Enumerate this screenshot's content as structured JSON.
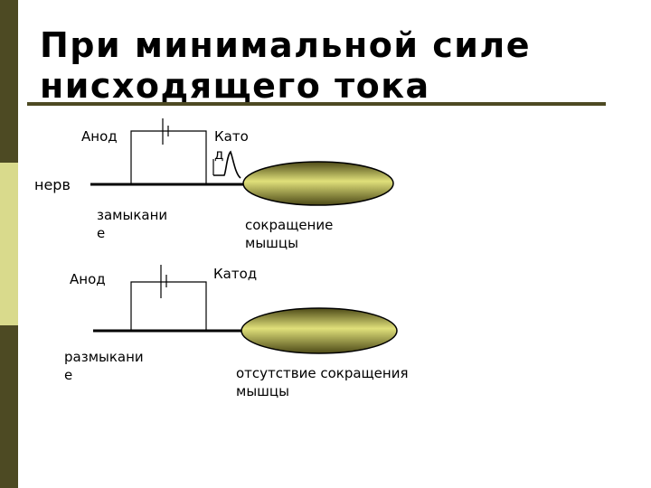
{
  "slide": {
    "title": "При минимальной силе нисходящего тока",
    "colors": {
      "sidebar_dark": "#4d4a23",
      "sidebar_light": "#d9da8c",
      "title_rule": "#4d4a23",
      "muscle_light": "#e0e07a",
      "muscle_dark": "#4d4a17",
      "wire": "#000000"
    }
  },
  "diagram_top": {
    "nerve_label": "нерв",
    "anode_label": "Анод",
    "cathode_label": "Като\nд",
    "switch_label": "замыкани\nе",
    "result_label": "сокращение\nмышцы",
    "twitch_icon": "muscle-twitch-icon"
  },
  "diagram_bottom": {
    "anode_label": "Анод",
    "cathode_label": "Катод",
    "switch_label": "размыкани\nе",
    "result_label": "отсутствие сокращения\nмышцы"
  }
}
